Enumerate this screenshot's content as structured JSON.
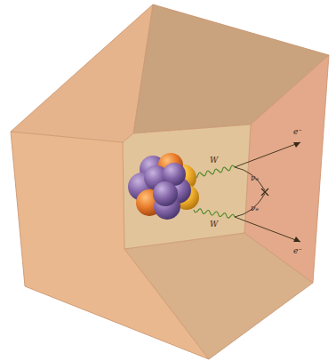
{
  "diagram": {
    "labels": [
      "e⁻",
      "W",
      "νₑ",
      "νₑ",
      "W",
      "e⁻"
    ]
  }
}
